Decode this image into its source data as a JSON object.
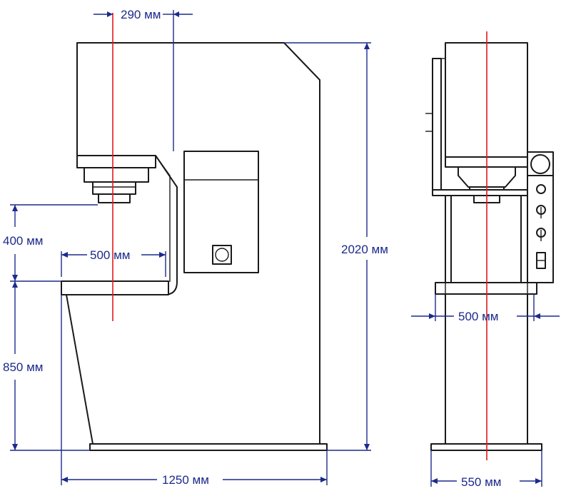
{
  "dimensions": {
    "top_offset": "290 мм",
    "stroke": "400 мм",
    "table_width_front": "500 мм",
    "total_height": "2020 мм",
    "table_height": "850 мм",
    "total_width": "1250 мм",
    "table_width_side": "500 мм",
    "depth": "550 мм"
  },
  "colors": {
    "outline": "#1a1a1a",
    "dimension": "#1c2a8c",
    "axis": "#e0191f"
  }
}
